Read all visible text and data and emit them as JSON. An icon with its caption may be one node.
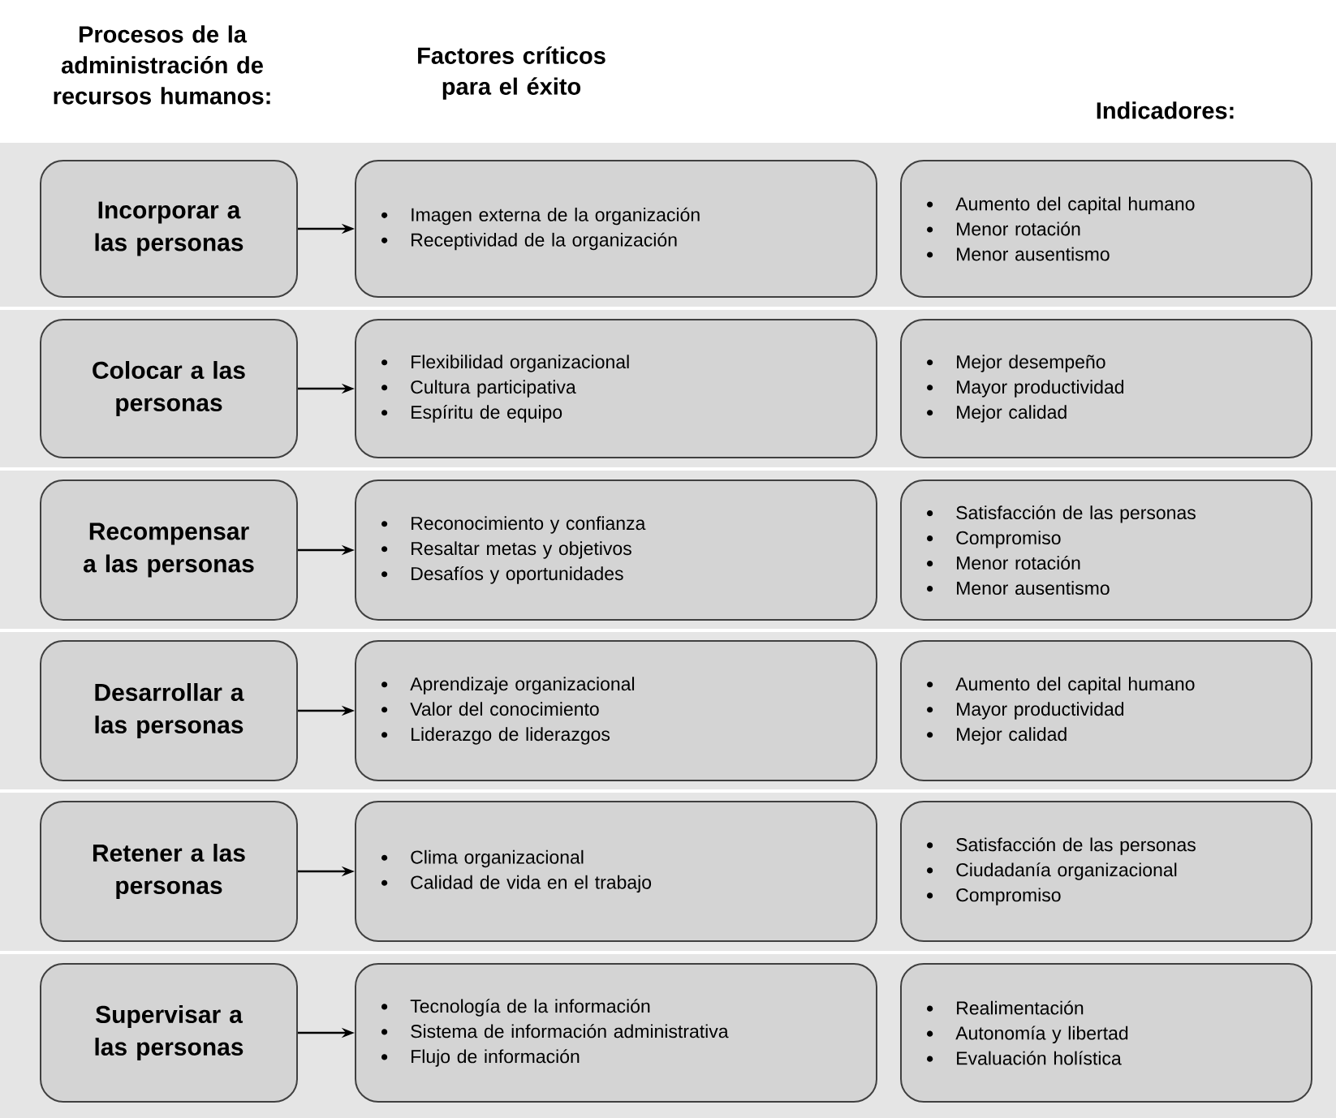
{
  "diagram": {
    "nodes": [
      {
        "text": [
          "Incorporar a las personas"
        ]
      },
      {
        "text": [
          "Imagen externa de la organización",
          "Receptividad de la organización"
        ]
      },
      {
        "text": [
          "Aumento del capital humano",
          "Menor rotación",
          "Menor ausentismo"
        ]
      },
      {
        "text": [
          "Colocar a las personas"
        ]
      },
      {
        "text": [
          "Flexibilidad organizacional",
          "Cultura participativa",
          "Espíritu de equipo"
        ]
      },
      {
        "text": [
          "Mejor desempeño",
          "Mayor productividad",
          "Mejor calidad"
        ]
      },
      {
        "text": [
          "Recompensar a las personas"
        ]
      },
      {
        "text": [
          "Reconocimiento y confianza",
          "Resaltar metas y objetivos",
          "Desafíos y oportunidades"
        ]
      },
      {
        "text": [
          "Satisfacción de las personas",
          "Compromiso",
          "Menor rotación",
          "Menor ausentismo"
        ]
      },
      {
        "text": [
          "Desarrollar a las personas"
        ]
      },
      {
        "text": [
          "Aprendizaje organizacional",
          "Valor del conocimiento",
          "Liderazgo de liderazgos"
        ]
      },
      {
        "text": [
          "Aumento del capital humano",
          "Mayor productividad",
          "Mejor calidad"
        ]
      },
      {
        "text": [
          "Retener a las personas"
        ]
      },
      {
        "text": [
          "Clima organizacional",
          "Calidad de vida en el trabajo"
        ]
      },
      {
        "text": [
          "Satisfacción de las personas",
          "Ciudadanía organizacional",
          "Compromiso"
        ]
      },
      {
        "text": [
          "Supervisar a las personas"
        ]
      },
      {
        "text": [
          "Tecnología de la información",
          "Sistema de información administrativa",
          "Flujo de información"
        ]
      },
      {
        "text": [
          "Realimentación",
          "Autonomía y libertad",
          "Evaluación holística"
        ]
      }
    ],
    "edges": [
      {
        "from": 0,
        "to": 1,
        "arrow": "to"
      },
      {
        "from": 3,
        "to": 4,
        "arrow": "to"
      },
      {
        "from": 6,
        "to": 7,
        "arrow": "to"
      },
      {
        "from": 9,
        "to": 10,
        "arrow": "to"
      },
      {
        "from": 12,
        "to": 13,
        "arrow": "to"
      },
      {
        "from": 15,
        "to": 16,
        "arrow": "to"
      }
    ],
    "labels": [
      "Procesos de la administración de recursos humanos:",
      "Factores críticos para el éxito",
      "Indicadores:"
    ]
  }
}
